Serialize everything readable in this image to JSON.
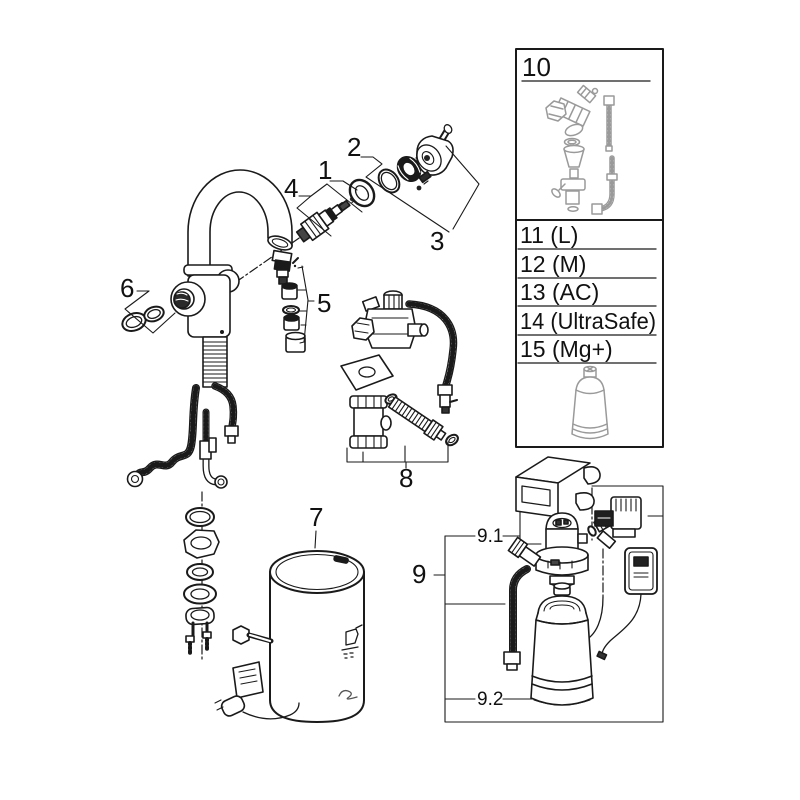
{
  "diagram": {
    "type": "exploded-parts-diagram",
    "labels": {
      "p1": "1",
      "p2": "2",
      "p3": "3",
      "p4": "4",
      "p5": "5",
      "p6": "6",
      "p7": "7",
      "p8": "8",
      "p9": "9",
      "p9_1": "9.1",
      "p9_2": "9.2",
      "p10": "10"
    },
    "panel": {
      "rows": [
        "11 (L)",
        "12 (M)",
        "13 (AC)",
        "14 (UltraSafe)",
        "15 (Mg+)"
      ]
    },
    "colors": {
      "line": "#1a1a1a",
      "muted": "#9a9a9a",
      "background": "#ffffff"
    }
  }
}
